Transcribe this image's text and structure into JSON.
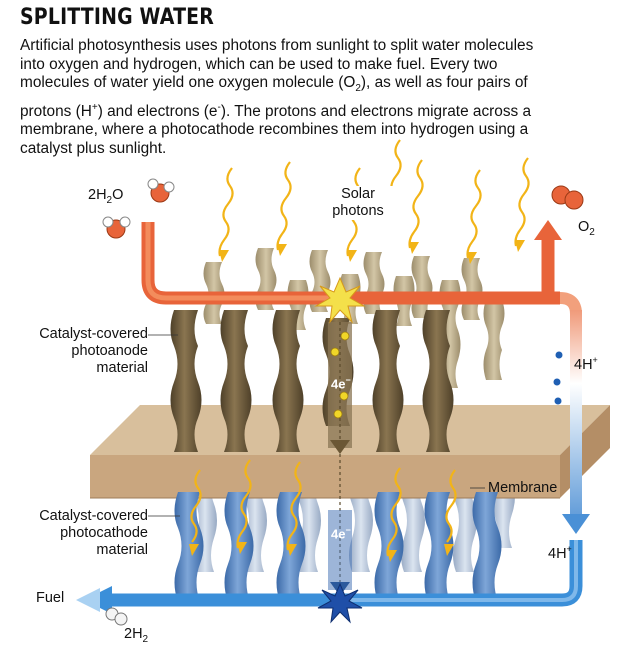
{
  "title": "SPLITTING WATER",
  "intro": {
    "line1": "Artificial photosynthesis uses photons from sunlight to split water molecules",
    "line2": "into oxygen and hydrogen, which can be used to make fuel. Every two",
    "line3_a": "molecules of water yield one oxygen molecule (O",
    "line3_sub": "2",
    "line3_b": "), as well as four pairs of",
    "line4_a": "protons (H",
    "line4_sup1": "+",
    "line4_b": ") and electrons (e",
    "line4_sup2": "-",
    "line4_c": "). The protons and electrons migrate across a",
    "line5": "membrane, where a photocathode recombines them into hydrogen using a",
    "line6": "catalyst plus sunlight."
  },
  "labels": {
    "water_in_main": "2H",
    "water_in_sub": "2",
    "water_in_end": "O",
    "solar_line1": "Solar",
    "solar_line2": "photons",
    "oxygen_main": "O",
    "oxygen_sub": "2",
    "photoanode_line1": "Catalyst-covered",
    "photoanode_line2": "photoanode",
    "photoanode_line3": "material",
    "protons_top_main": "4H",
    "protons_top_sup": "+",
    "electrons_top_main": "4e",
    "electrons_top_sup": "−",
    "membrane": "Membrane",
    "photocathode_line1": "Catalyst-covered",
    "photocathode_line2": "photocathode",
    "photocathode_line3": "material",
    "electrons_bottom_main": "4e",
    "electrons_bottom_sup": "−",
    "protons_bottom_main": "4H",
    "protons_bottom_sup": "+",
    "fuel": "Fuel",
    "hydrogen_main": "2H",
    "hydrogen_sub": "2"
  },
  "colors": {
    "water_arrow": "#e8643a",
    "proton_arrow": "#4a90d6",
    "fuel_arrow": "#3b8fd9",
    "photon": "#f2b417",
    "membrane": "#c9a67f",
    "anode_pillar": "#6b5a3a",
    "anode_back": "#b8a987",
    "cathode_pillar": "#5b87c2",
    "cathode_back": "#b8c8de",
    "spark_top": "#f4e04a",
    "spark_bottom": "#1f4fa8"
  },
  "icons": [
    "water-molecule-icon",
    "oxygen-molecule-icon",
    "hydrogen-molecule-icon",
    "photon-wave-icon",
    "spark-icon",
    "electron-dot-icon",
    "proton-dot-icon"
  ]
}
